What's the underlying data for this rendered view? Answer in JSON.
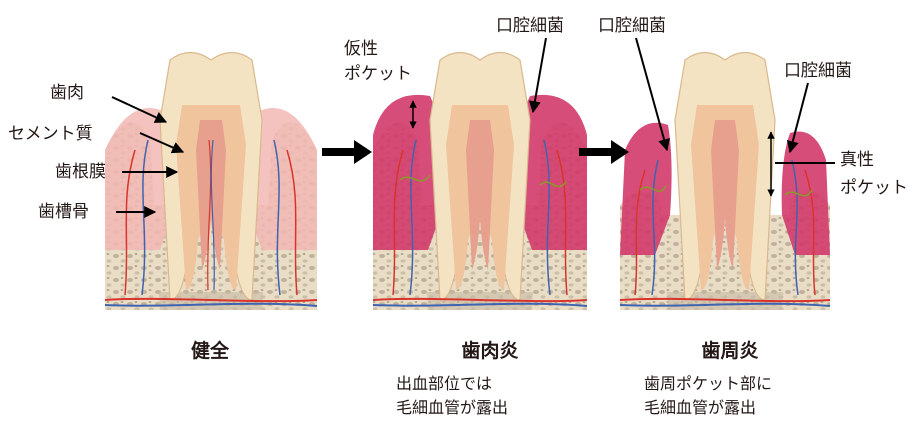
{
  "labels": {
    "gingiva": "歯肉",
    "cementum": "セメント質",
    "periodontal_ligament": "歯根膜",
    "alveolar_bone": "歯槽骨",
    "pseudo_pocket_line1": "仮性",
    "pseudo_pocket_line2": "ポケット",
    "oral_bacteria_1": "口腔細菌",
    "oral_bacteria_2": "口腔細菌",
    "oral_bacteria_3": "口腔細菌",
    "true_pocket_line1": "真性",
    "true_pocket_line2": "ポケット"
  },
  "stages": [
    {
      "title": "健全",
      "desc_line1": "",
      "desc_line2": ""
    },
    {
      "title": "歯肉炎",
      "desc_line1": "出血部位では",
      "desc_line2": "毛細血管が露出"
    },
    {
      "title": "歯周炎",
      "desc_line1": "歯周ポケット部に",
      "desc_line2": "毛細血管が露出"
    }
  ],
  "colors": {
    "bone": "#e9ddc6",
    "gum_healthy": "#f2b7b4",
    "gum_inflamed": "#d23a6a",
    "enamel": "#f4e3c3",
    "dentin": "#f0c49c",
    "pulp": "#e7a08e",
    "vessel_red": "#d9342b",
    "vessel_blue": "#3f63b0",
    "arrow": "#000000"
  }
}
